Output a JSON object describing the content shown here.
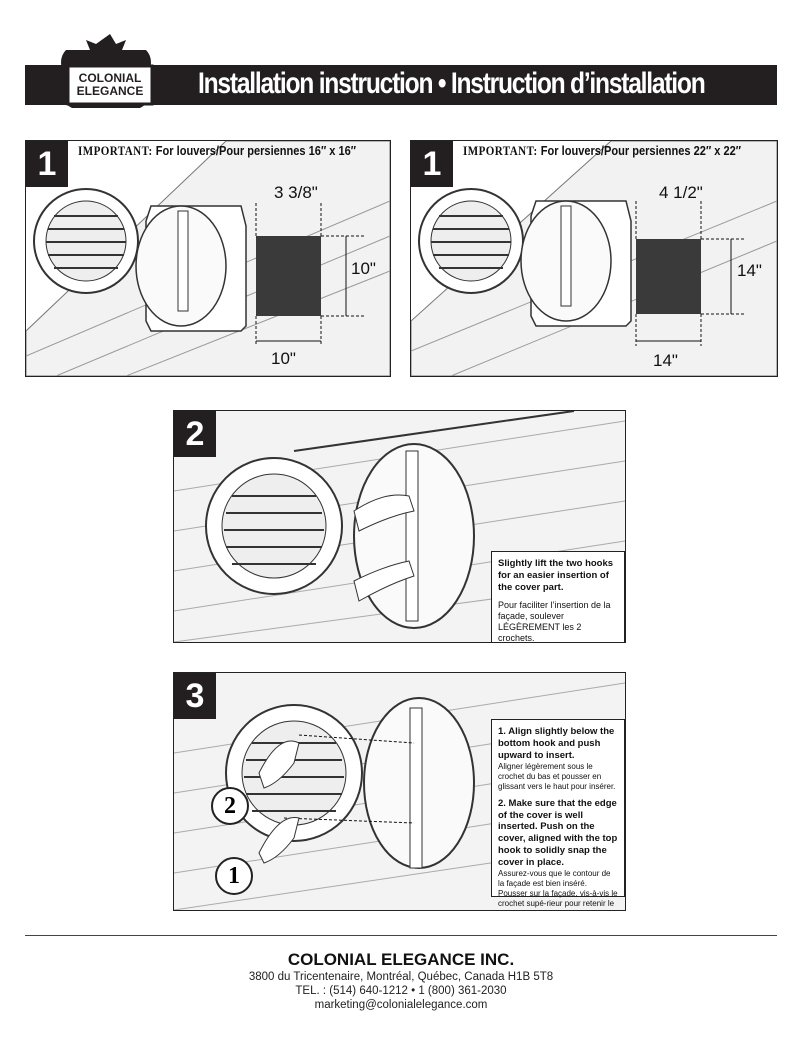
{
  "header": {
    "brand_line1": "COLONIAL",
    "brand_line2": "ELEGANCE",
    "title": "Installation instruction • Instruction d’installation"
  },
  "step1_left": {
    "number": "1",
    "important": "IMPORTANT:",
    "text": "For louvers/Pour persiennes 16″ x 16″",
    "dim_top": "3 3/8\"",
    "dim_side": "10\"",
    "dim_bottom": "10\""
  },
  "step1_right": {
    "number": "1",
    "important": "IMPORTANT:",
    "text": "For louvers/Pour persiennes 22″ x 22″",
    "dim_top": "4 1/2\"",
    "dim_side": "14\"",
    "dim_bottom": "14\""
  },
  "step2": {
    "number": "2",
    "note_en": "Slightly lift the two hooks for an easier insertion of the cover part.",
    "note_fr": "Pour faciliter l’insertion de la façade, soulever LÉGÈREMENT les 2 crochets."
  },
  "step3": {
    "number": "3",
    "marker1": "1",
    "marker2": "2",
    "item1_en": "1. Align slightly below the bottom hook and push upward to insert.",
    "item1_fr": "Aligner légèrement sous le crochet du bas et pousser en glissant vers le haut pour insérer.",
    "item2_en": "2. Make sure that the edge of the cover is well inserted. Push on the cover, aligned with the top hook to solidly snap the cover in place.",
    "item2_fr": "Assurez-vous que le contour de la façade est bien inséré.  Pousser sur la façade, vis-à-vis le crochet supé-rieur pour retenir le tout solidement."
  },
  "footer": {
    "company": "COLONIAL ELEGANCE INC.",
    "address": "3800 du Tricentenaire, Montréal, Québec, Canada  H1B 5T8",
    "phone": "TEL. : (514) 640-1212  •  1 (800) 361-2030",
    "email": "marketing@colonialelegance.com"
  }
}
